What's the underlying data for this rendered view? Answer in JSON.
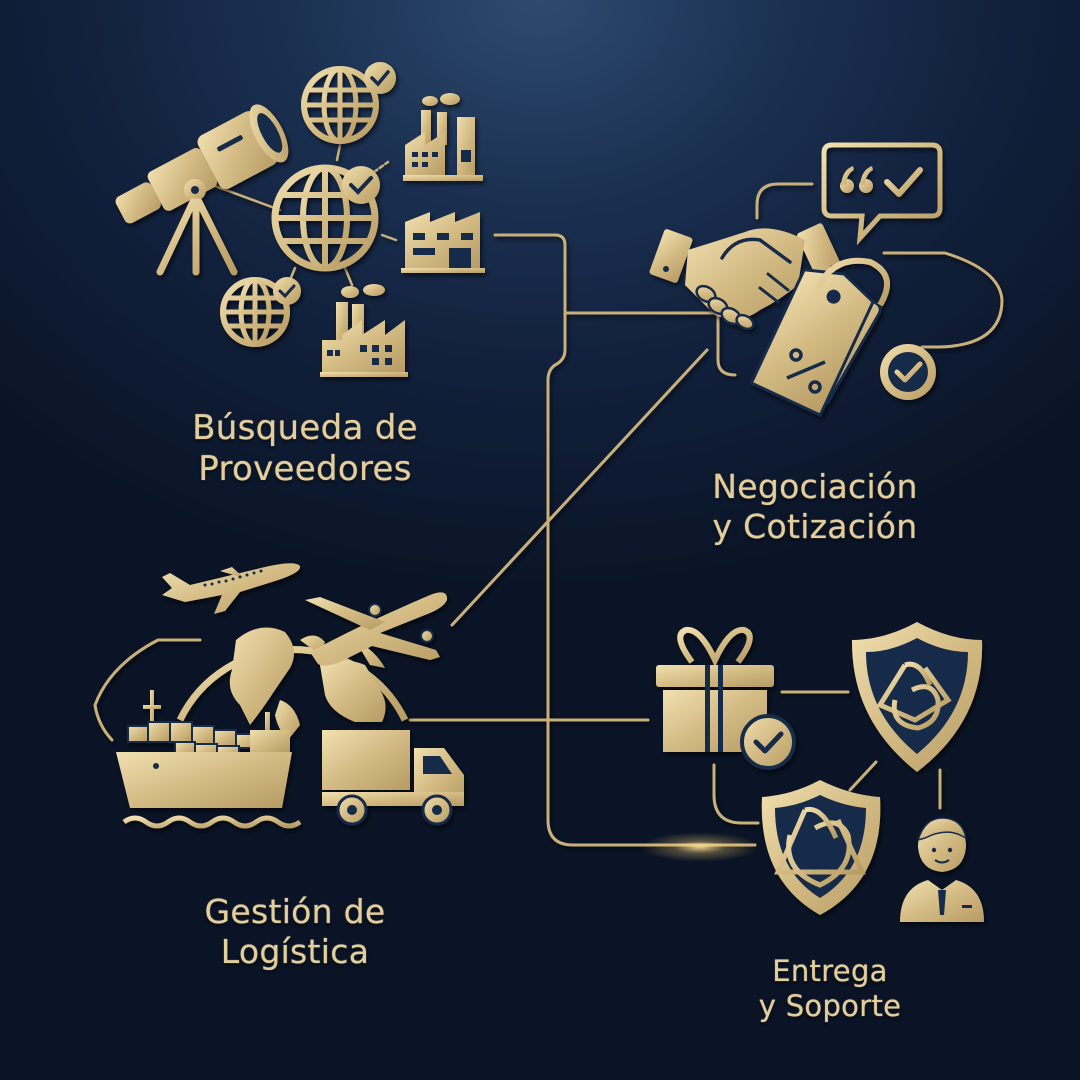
{
  "diagram": {
    "type": "process-infographic",
    "colors": {
      "background_top": "#2d4a6e",
      "background_mid": "#101f3a",
      "background_bottom": "#0a1426",
      "gold": "#d8c08a",
      "gold_light": "#efdcaa",
      "gold_dark": "#a8905c",
      "label_text": "#e4cf9c"
    },
    "stages": [
      {
        "id": "busqueda",
        "title_lines": [
          "Búsqueda de",
          "Proveedores"
        ],
        "icons": [
          "telescope-icon",
          "globe-check-icon",
          "globe-check-icon",
          "globe-check-icon",
          "factory-icon",
          "factory-icon",
          "factory-icon"
        ]
      },
      {
        "id": "negociacion",
        "title_lines": [
          "Negociación",
          "y Cotización"
        ],
        "icons": [
          "handshake-icon",
          "quote-check-speech-bubble-icon",
          "discount-tag-icon",
          "check-circle-icon"
        ]
      },
      {
        "id": "logistica",
        "title_lines": [
          "Gestión de",
          "Logística"
        ],
        "icons": [
          "airplane-icon",
          "airplane-icon",
          "world-globe-icon",
          "cargo-ship-icon",
          "delivery-truck-icon"
        ]
      },
      {
        "id": "entrega",
        "title_lines": [
          "Entrega",
          "y Soporte"
        ],
        "icons": [
          "gift-box-check-icon",
          "shield-knot-icon",
          "shield-knot-icon",
          "support-agent-icon"
        ]
      }
    ],
    "connections": [
      {
        "from": "busqueda",
        "to": "negociacion"
      },
      {
        "from": "busqueda",
        "to": "entrega"
      },
      {
        "from": "logistica",
        "to": "negociacion"
      },
      {
        "from": "logistica",
        "to": "entrega"
      }
    ]
  }
}
